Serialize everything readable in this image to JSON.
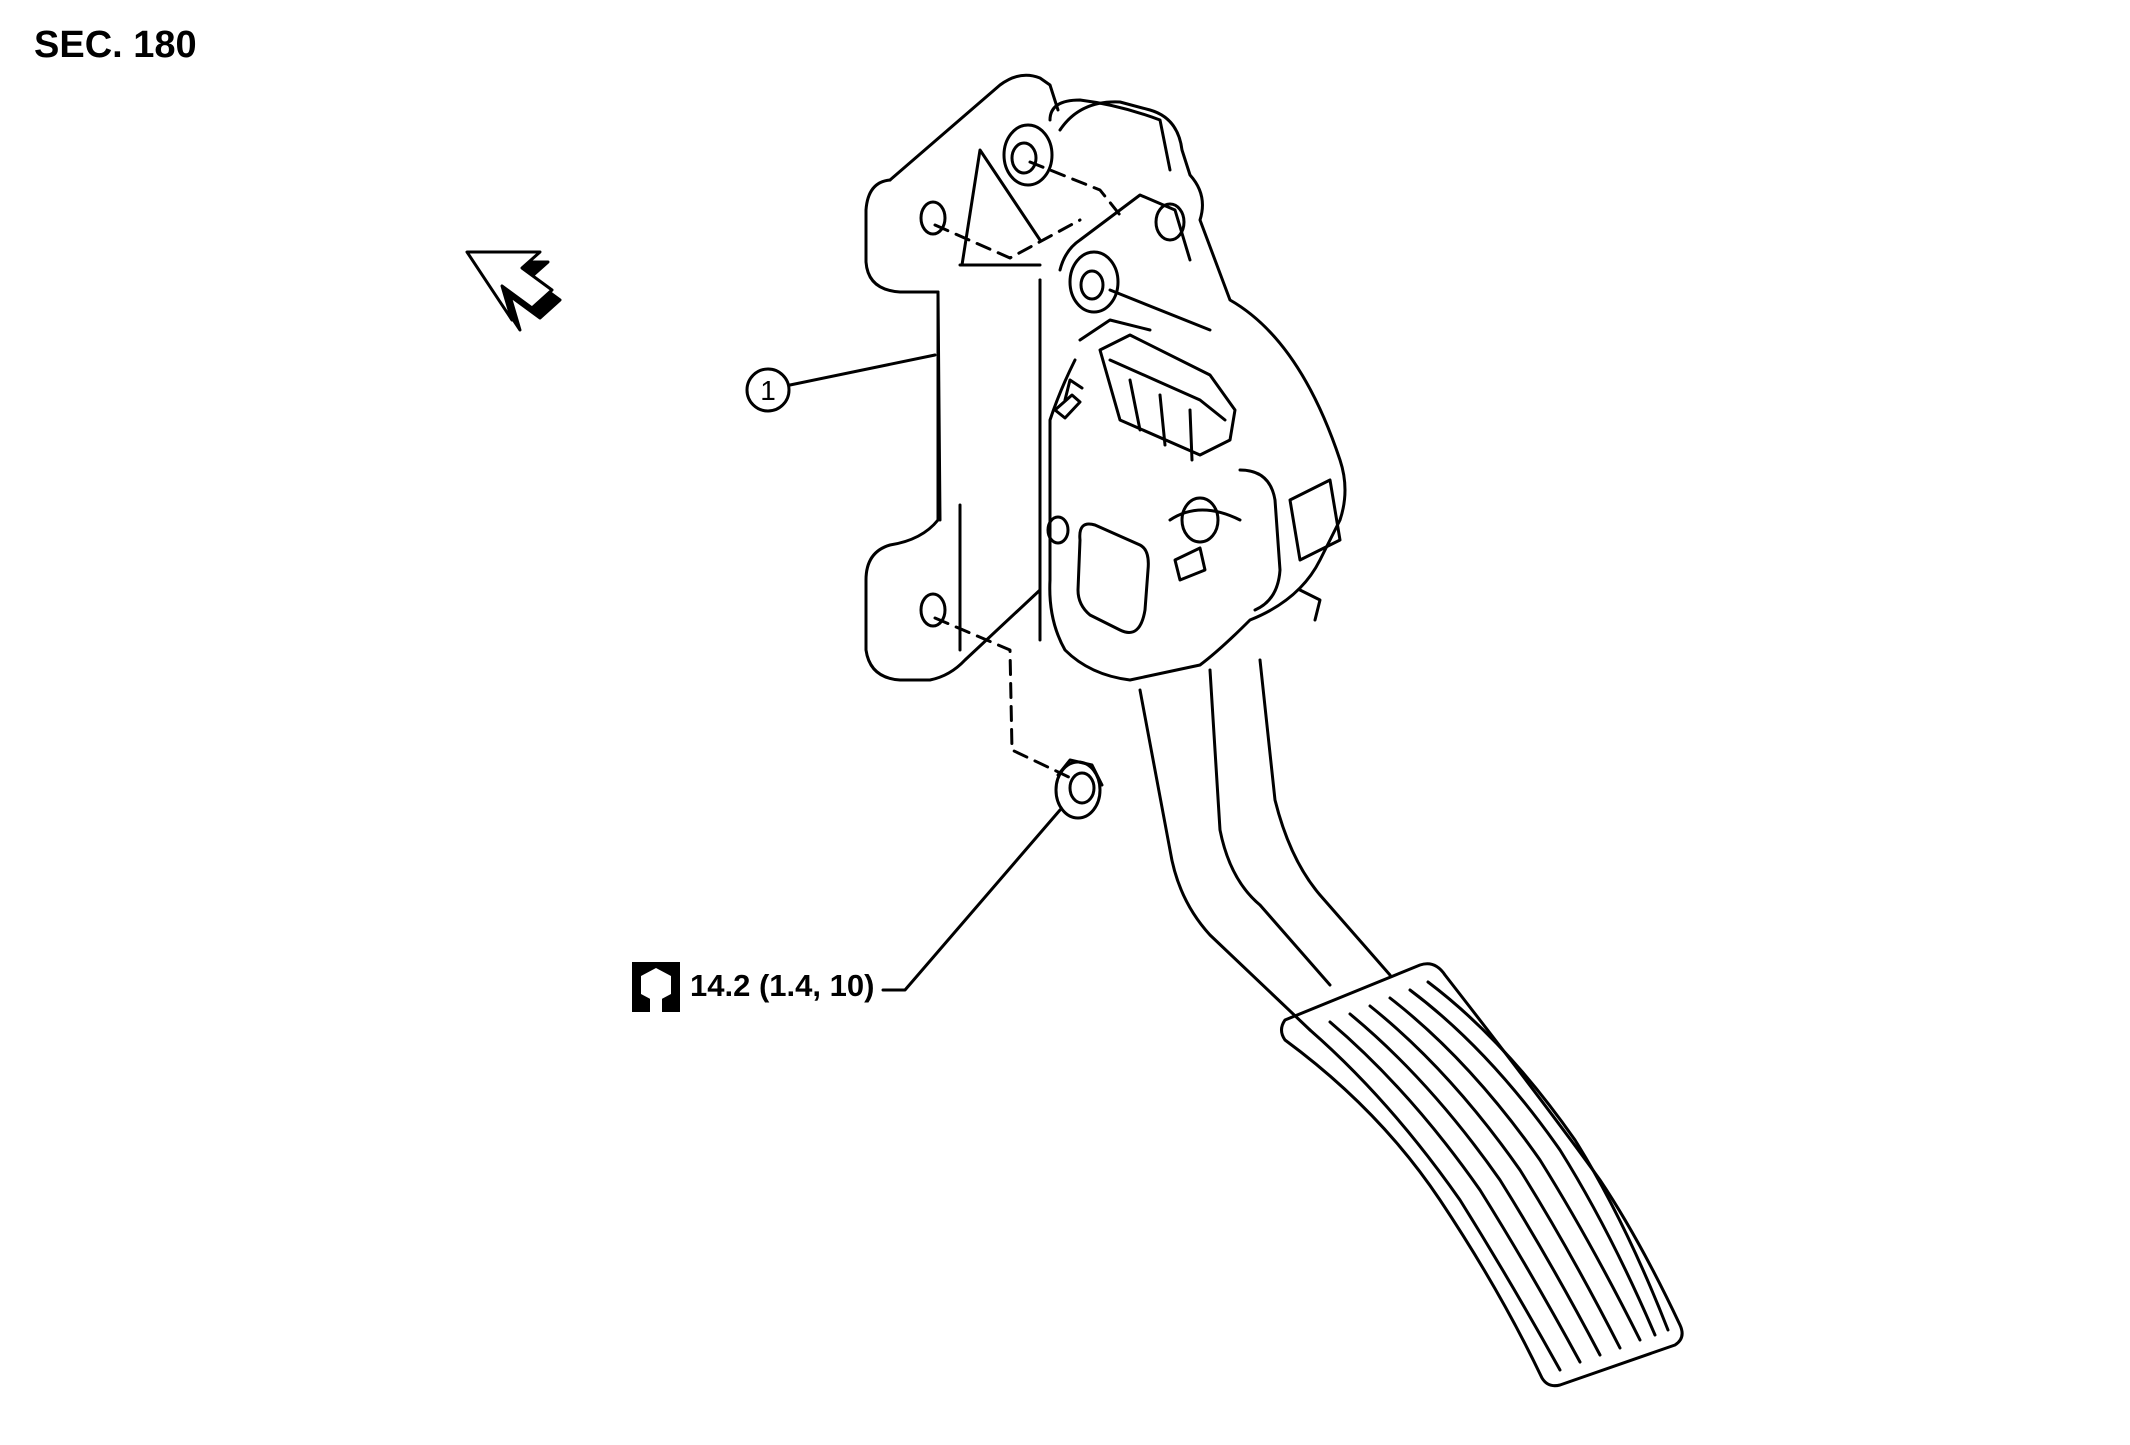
{
  "section_label": "SEC. 180",
  "callouts": [
    {
      "number": "1",
      "part": "accelerator-pedal-assembly"
    }
  ],
  "torque": {
    "icon": "torque-wrench-icon",
    "value_text": "14.2 (1.4, 10)"
  },
  "direction_arrow": {
    "icon": "front-direction-arrow-icon"
  },
  "colors": {
    "line": "#000000",
    "background": "#ffffff"
  }
}
